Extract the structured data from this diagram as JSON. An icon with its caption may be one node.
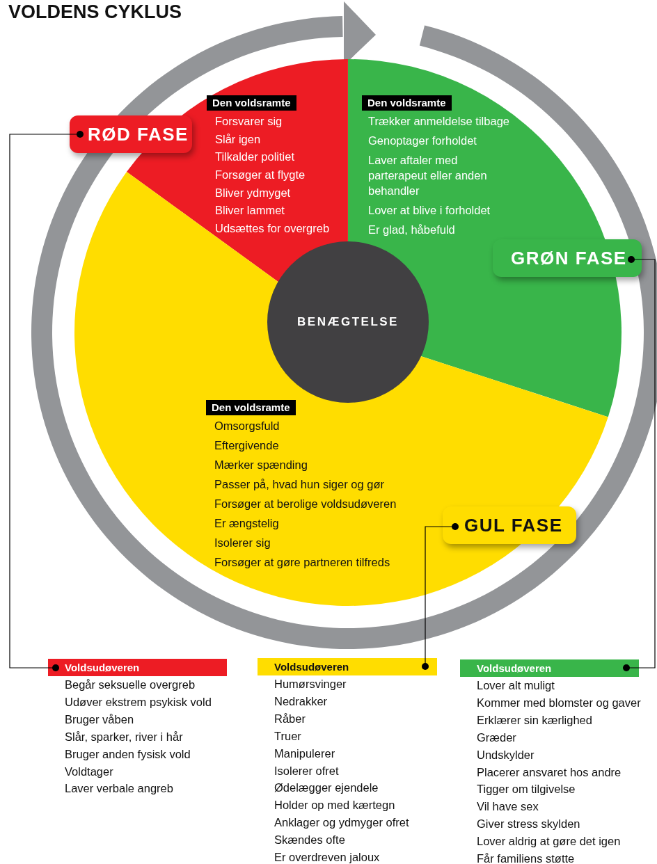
{
  "diagram": {
    "title": "VOLDENS CYKLUS",
    "nodes": [
      {
        "text": [
          "Den voldsramte",
          "Forsvarer sig",
          "Slår igen",
          "Tilkalder politiet",
          "Forsøger at flygte",
          "Bliver ydmyget",
          "Bliver lammet",
          "Udsættes for overgreb"
        ]
      },
      {
        "text": [
          "Den voldsramte",
          "Trækker anmeldelse tilbage",
          "Genoptager forholdet",
          "Laver aftaler med parterapeut eller anden behandler",
          "Lover at blive i forholdet",
          "Er glad, håbefuld"
        ]
      },
      {
        "text": [
          "RØD FASE"
        ]
      },
      {
        "text": [
          "GRØN FASE"
        ]
      },
      {
        "text": [
          "BENÆGTELSE"
        ]
      },
      {
        "text": [
          "Den voldsramte",
          "Omsorgsfuld",
          "Eftergivende",
          "Mærker spænding",
          "Passer på, hvad hun siger og gør",
          "Forsøger at berolige voldsudøveren",
          "Er ængstelig",
          "Isolerer sig",
          "Forsøger at gøre partneren tilfreds"
        ]
      },
      {
        "text": [
          "GUL FASE"
        ],
        "in": 5
      },
      {
        "text": [
          "Voldsudøveren",
          "Begår seksuelle overgreb",
          "Udøver ekstrem psykisk vold",
          "Bruger våben",
          "Slår, sparker, river i hår",
          "Bruger anden fysisk vold",
          "Voldtager",
          "Laver verbale angreb"
        ]
      },
      {
        "text": [
          "Voldsudøveren",
          "Humørsvinger",
          "Nedrakker",
          "Råber",
          "Truer",
          "Manipulerer",
          "Isolerer ofret",
          "Ødelægger ejendele",
          "Holder op med kærtegn",
          "Anklager og ydmyger ofret",
          "Skændes ofte",
          "Er overdreven jaloux"
        ]
      },
      {
        "text": [
          "Voldsudøveren",
          "Lover alt muligt",
          "Kommer med blomster og gaver",
          "Erklærer sin kærlighed",
          "Græder",
          "Undskylder",
          "Placerer ansvaret hos andre",
          "Tigger om tilgivelse",
          "Vil have sex",
          "Giver stress skylden",
          "Lover aldrig at gøre det igen",
          "Får familiens støtte"
        ]
      }
    ],
    "edges": [
      {
        "from": 2,
        "to": 7,
        "arrow": "other"
      },
      {
        "from": 6,
        "to": 8,
        "arrow": "other"
      },
      {
        "from": 3,
        "to": 9,
        "arrow": "other"
      }
    ]
  }
}
